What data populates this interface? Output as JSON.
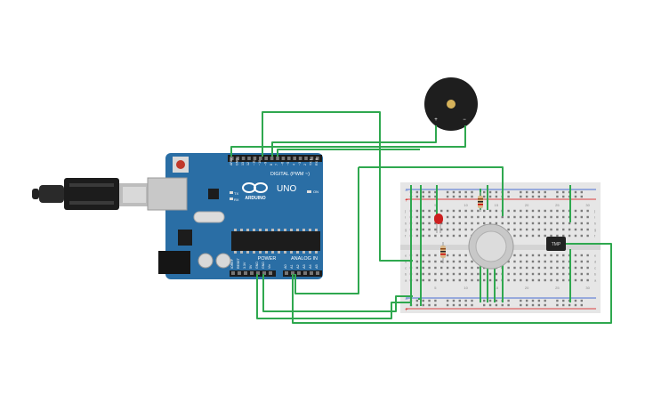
{
  "board": {
    "brand": "ARDUINO",
    "model": "UNO",
    "digital_header": "DIGITAL (PWM ~)",
    "power_header": "POWER",
    "analog_header": "ANALOG IN",
    "on_label": "ON",
    "tx_label": "TX",
    "rx_label": "RX",
    "top_pins": [
      "AREF",
      "GND",
      "13",
      "12",
      "~11",
      "~10",
      "~9",
      "8",
      "7",
      "~6",
      "~5",
      "4",
      "~3",
      "2",
      "TX 1",
      "RX 0"
    ],
    "power_pins": [
      "IOREF",
      "RESET",
      "3.3V",
      "5V",
      "GND",
      "GND",
      "Vin"
    ],
    "analog_pins": [
      "A0",
      "A1",
      "A2",
      "A3",
      "A4",
      "A5"
    ]
  },
  "buzzer": {
    "plus": "+",
    "minus": "−"
  },
  "breadboard": {
    "col_labels": [
      "1",
      "5",
      "10",
      "15",
      "20",
      "25",
      "30"
    ],
    "row_labels_top": [
      "j",
      "i",
      "h",
      "g",
      "f"
    ],
    "row_labels_bottom": [
      "e",
      "d",
      "c",
      "b",
      "a"
    ],
    "plus": "+",
    "minus": "−"
  },
  "sensor": {
    "label": "TMP"
  },
  "colors": {
    "wire": "#2fa84f",
    "board": "#2a6ea5",
    "breadboard": "#e6e6e6",
    "rail_red": "#d94040",
    "rail_blue": "#4a6fd1",
    "led": "#cc1f1f",
    "buzzer": "#1e1e1e"
  }
}
